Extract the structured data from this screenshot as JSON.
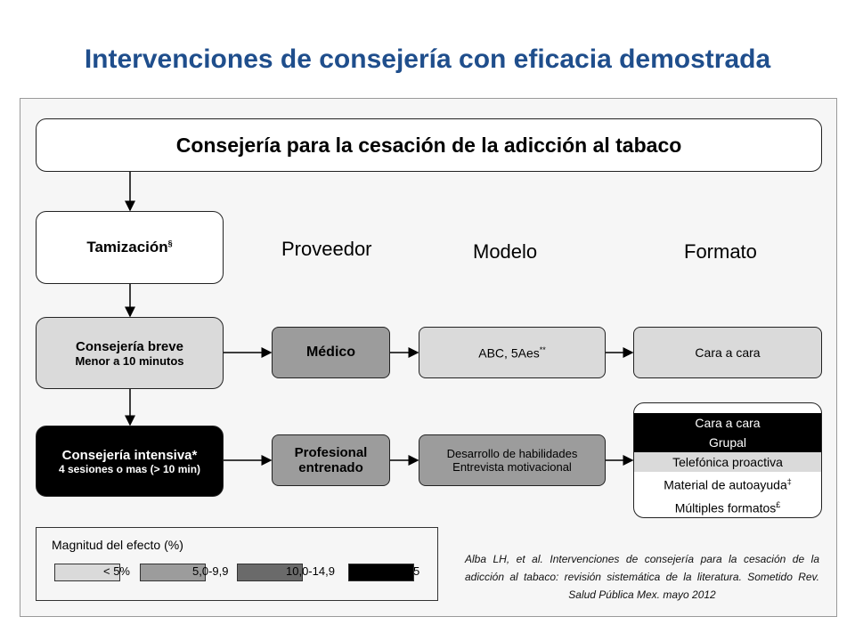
{
  "title": "Intervenciones de consejería con eficacia demostrada",
  "colors": {
    "title": "#1f4e8c",
    "lt5": "#dadada",
    "5to9": "#9c9c9c",
    "10to14": "#6a6a6a",
    "ge15": "#000000"
  },
  "top_box": "Consejería para la cesación de la adicción al tabaco",
  "headers": {
    "provider": "Proveedor",
    "model": "Modelo",
    "format": "Formato"
  },
  "screening": {
    "label": "Tamización",
    "mark": "§"
  },
  "brief": {
    "title": "Consejería breve",
    "subtitle": "Menor a 10 minutos",
    "provider": "Médico",
    "model": "ABC, 5Aes",
    "model_mark": "**",
    "format": "Cara a cara"
  },
  "intensive": {
    "title": "Consejería intensiva",
    "title_mark": "*",
    "subtitle": "4 sesiones o mas (> 10 min)",
    "provider_line1": "Profesional",
    "provider_line2": "entrenado",
    "model_line1": "Desarrollo de habilidades",
    "model_line2": "Entrevista motivacional",
    "formats": [
      {
        "label": "Cara a cara",
        "mark": ""
      },
      {
        "label": "Grupal",
        "mark": ""
      },
      {
        "label": "Telefónica proactiva",
        "mark": ""
      },
      {
        "label": "Material de autoayuda",
        "mark": "‡"
      },
      {
        "label": "Múltiples formatos",
        "mark": "£"
      }
    ]
  },
  "legend": {
    "title": "Magnitud del efecto (%)",
    "items": [
      "< 5%",
      "5,0-9,9",
      "10,0-14,9",
      "≥ 15"
    ]
  },
  "citation": "Alba LH, et al. Intervenciones de consejería para la cesación de la adicción al tabaco: revisión sistemática de la literatura. Sometido Rev. Salud Pública Mex. mayo 2012"
}
